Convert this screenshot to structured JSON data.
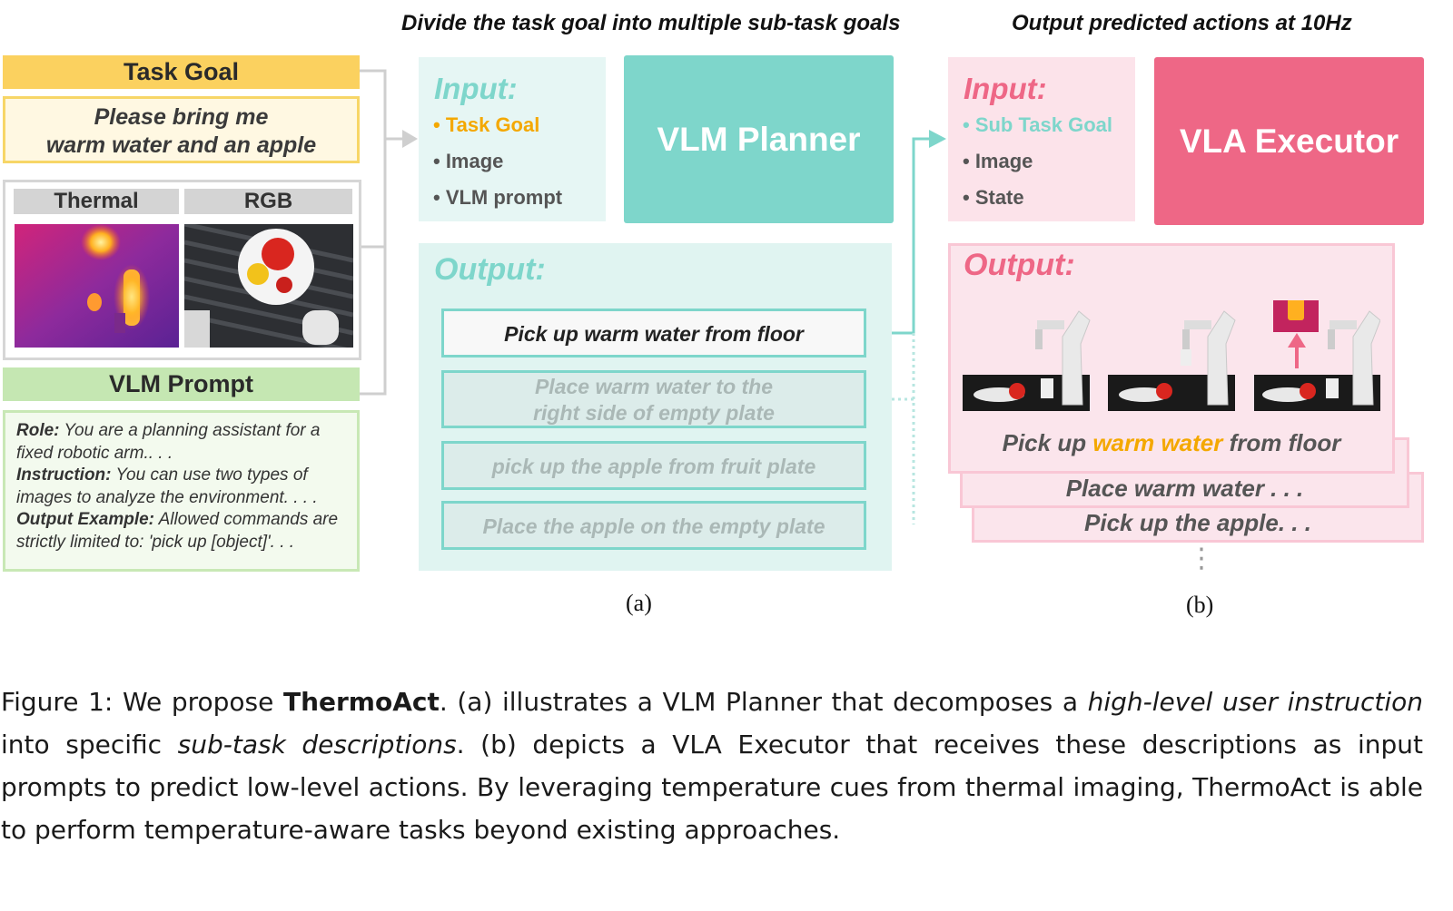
{
  "headers": {
    "a": "Divide the task goal into multiple sub-task goals",
    "b": "Output predicted actions at 10Hz"
  },
  "left": {
    "task_goal_title": "Task Goal",
    "task_goal_line1": "Please bring me",
    "task_goal_line2": "warm water and an apple",
    "thermal_label": "Thermal",
    "rgb_label": "RGB",
    "vlm_prompt_title": "VLM Prompt",
    "prompt_role_label": "Role:",
    "prompt_role_text": " You are a planning assistant for a fixed robotic arm.. . .",
    "prompt_instruction_label": "Instruction:",
    "prompt_instruction_text": " You can use two types of images to analyze the environment. . . .",
    "prompt_output_label": "Output Example:",
    "prompt_output_text": " Allowed commands are strictly limited to: 'pick up [object]'. . ."
  },
  "planner": {
    "input_title": "Input:",
    "inputs": [
      "• Task Goal",
      "• Image",
      "• VLM prompt"
    ],
    "name": "VLM Planner",
    "output_title": "Output:",
    "subtasks": [
      "Pick up warm water from floor",
      "Place warm water to the",
      "right side of empty plate",
      "pick up the apple from fruit plate",
      "Place the apple on the empty plate"
    ]
  },
  "executor": {
    "input_title": "Input:",
    "inputs": [
      "• Sub Task Goal",
      "• Image",
      "• State"
    ],
    "name": "VLA Executor",
    "output_title": "Output:",
    "card1_pre": "Pick up ",
    "card1_highlight": "warm  water",
    "card1_post": " from floor",
    "card2": "Place warm water . . .",
    "card3": "Pick up the apple. . .",
    "ellipsis": "⋮"
  },
  "tags": {
    "a": "(a)",
    "b": "(b)"
  },
  "caption": {
    "prefix": "Figure 1: We propose ",
    "name": "ThermoAct",
    "part1": ". (a) illustrates a VLM Planner that decomposes a ",
    "em1": "high-level user instruction",
    "part2": " into specific ",
    "em2": "sub-task descriptions",
    "part3": ". (b) depicts a VLA Executor that receives these descriptions as input prompts to predict low-level actions. By leveraging temperature cues from thermal imaging, ThermoAct is able to perform temperature-aware tasks beyond existing approaches."
  },
  "colors": {
    "task_goal": "#fbd15f",
    "planner": "#7ed6cb",
    "executor": "#ee6786",
    "prompt": "#c5e7b2",
    "highlight": "#f4a800"
  }
}
